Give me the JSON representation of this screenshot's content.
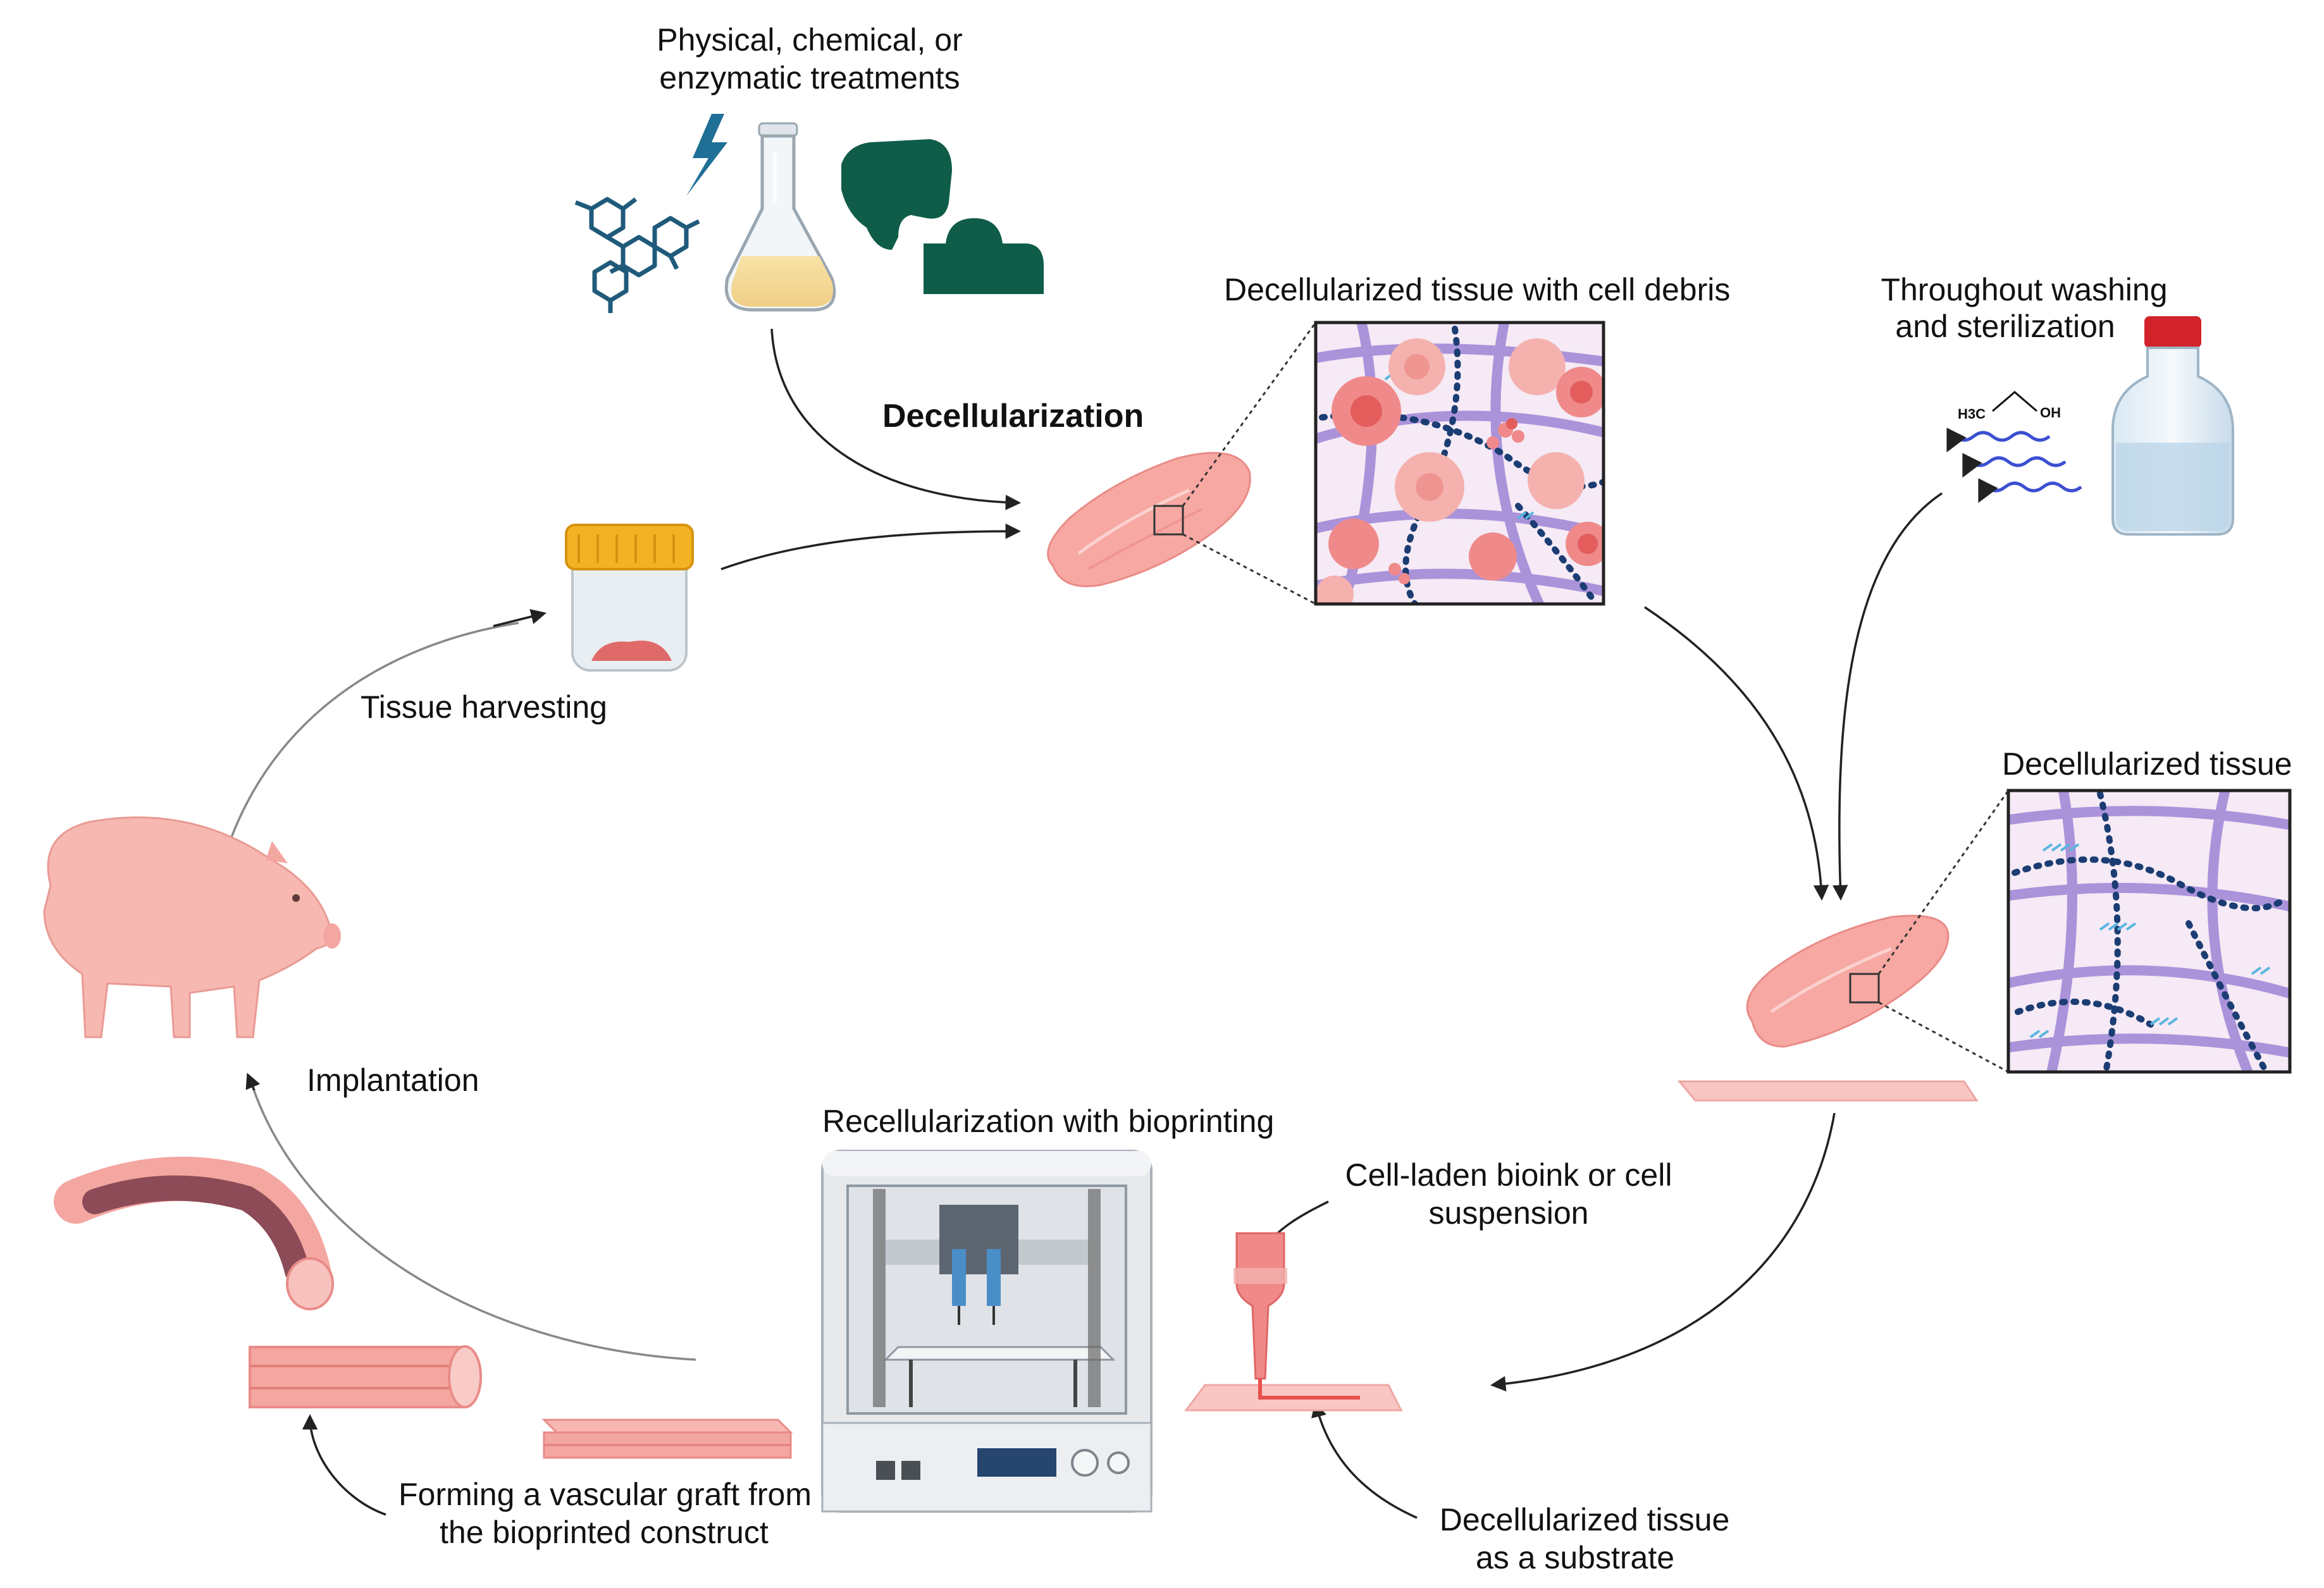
{
  "labels": {
    "treatments_line1": "Physical, chemical, or",
    "treatments_line2": "enzymatic treatments",
    "decellularization": "Decellularization",
    "tissue_debris": "Decellularized tissue with cell debris",
    "washing_line1": "Throughout washing",
    "washing_line2": "and sterilization",
    "tissue_harvesting": "Tissue harvesting",
    "decellularized_tissue": "Decellularized tissue",
    "implantation": "Implantation",
    "recellularization": "Recellularization with bioprinting",
    "bioink_line1": "Cell-laden bioink or cell",
    "bioink_line2": "suspension",
    "graft_line1": "Forming a vascular graft from",
    "graft_line2": "the bioprinted construct",
    "substrate_line1": "Decellularized tissue",
    "substrate_line2": "as a substrate"
  },
  "chemistry": {
    "ethanol_left": "H3C",
    "ethanol_right": "OH"
  },
  "colors": {
    "tissue": "#f7a8a3",
    "enzyme": "#0f5c49",
    "molecule": "#1f5a7a",
    "bolt": "#1f6f96",
    "collagen": "#9f84d6",
    "chain": "#1b3d73",
    "gag": "#59b7e0",
    "cell": "#f08a8a",
    "jar_lid": "#f2b223",
    "bottle_cap": "#d2232a",
    "printer_body": "#e7e9ec"
  },
  "icons": [
    "lightning-bolt-icon",
    "molecule-icon",
    "flask-icon",
    "enzyme-icon",
    "specimen-jar-icon",
    "bottle-icon",
    "pig-icon",
    "bioprinter-icon",
    "nozzle-icon",
    "blood-vessel-icon"
  ]
}
